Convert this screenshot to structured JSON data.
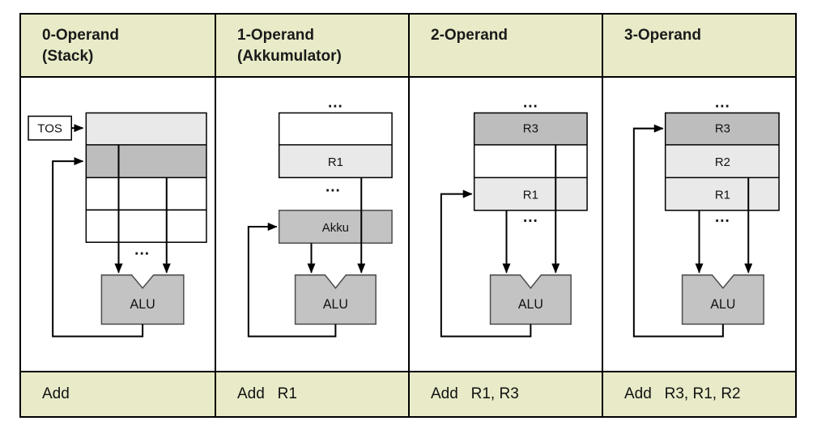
{
  "colors": {
    "header_bg": "#e9ebc8",
    "cell_light": "#e9e9e9",
    "cell_mid": "#bdbdbd",
    "alu_fill": "#c3c3c3",
    "border": "#000000"
  },
  "columns": [
    {
      "header": [
        "0-Operand",
        "(Stack)"
      ],
      "instruction": "Add",
      "labels": {
        "tos": "TOS",
        "alu": "ALU",
        "dots_bottom": "..."
      }
    },
    {
      "header": [
        "1-Operand",
        "(Akkumulator)"
      ],
      "instruction": "Add   R1",
      "labels": {
        "r1": "R1",
        "akku": "Akku",
        "alu": "ALU",
        "dots_top": "...",
        "dots_mid": "..."
      }
    },
    {
      "header": [
        "2-Operand"
      ],
      "instruction": "Add   R1, R3",
      "labels": {
        "r3": "R3",
        "r1": "R1",
        "alu": "ALU",
        "dots_top": "...",
        "dots_mid": "..."
      }
    },
    {
      "header": [
        "3-Operand"
      ],
      "instruction": "Add   R3, R1, R2",
      "labels": {
        "r3": "R3",
        "r2": "R2",
        "r1": "R1",
        "alu": "ALU",
        "dots_top": "...",
        "dots_mid": "..."
      }
    }
  ]
}
